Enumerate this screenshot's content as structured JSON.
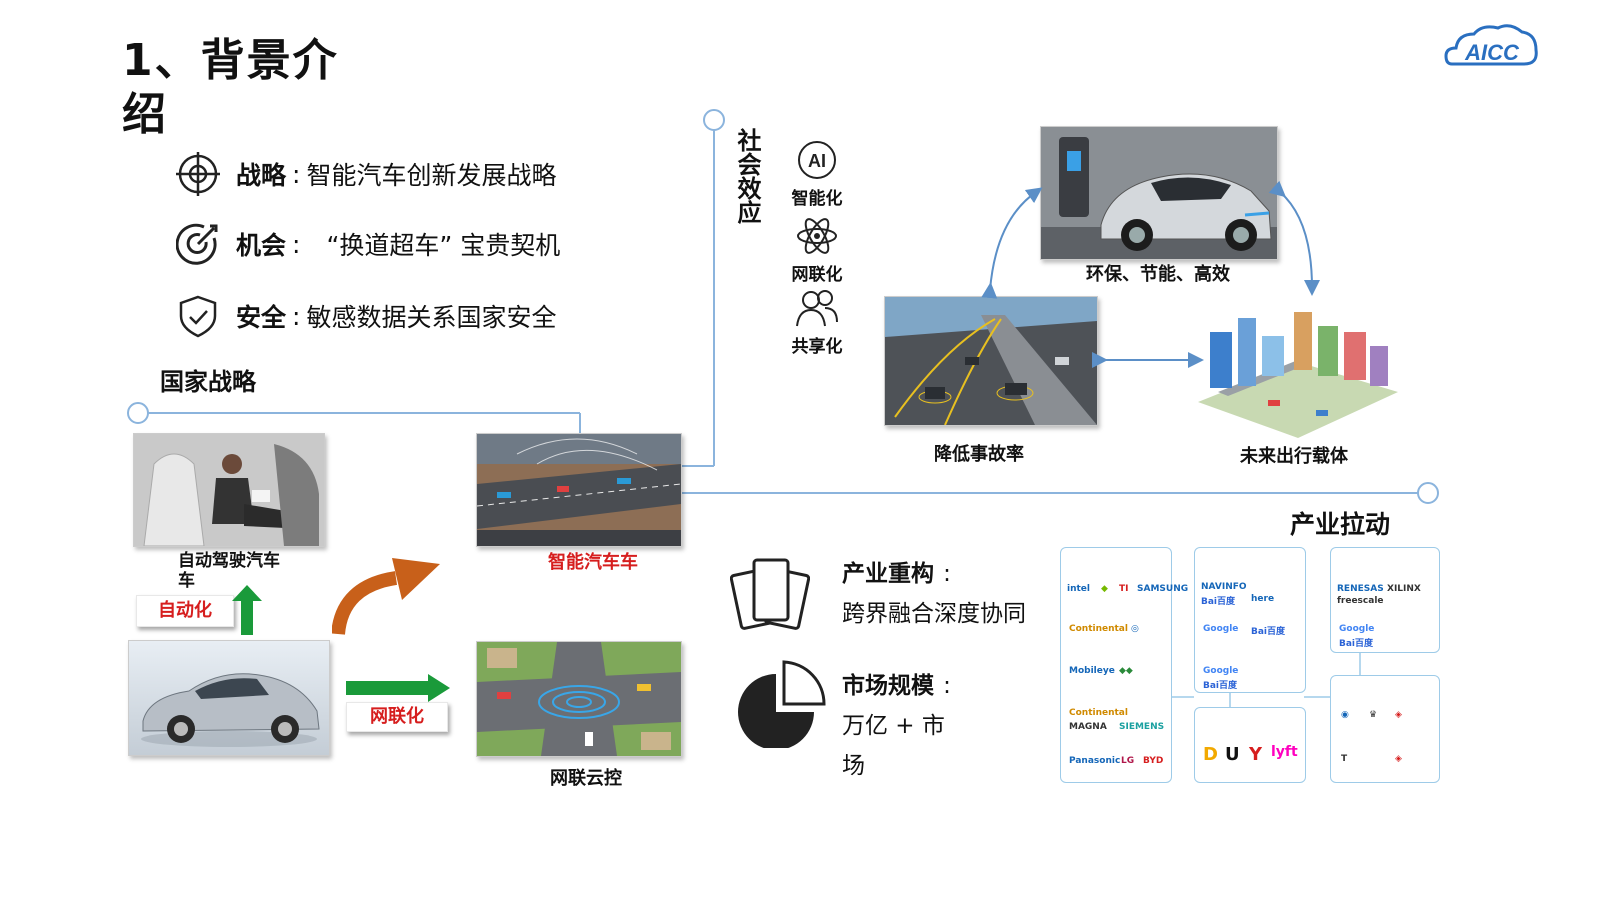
{
  "page": {
    "title": "1、背景介绍",
    "logo_text": "AICC"
  },
  "strategy": {
    "items": [
      {
        "label": "战略",
        "sep": ":",
        "text": "智能汽车创新发展战略",
        "icon": "crosshair-icon"
      },
      {
        "label": "机会",
        "sep": ":",
        "text": "“换道超车” 宝贵契机",
        "icon": "target-icon"
      },
      {
        "label": "安全",
        "sep": ":",
        "text": "敏感数据关系国家安全",
        "icon": "shield-check-icon"
      }
    ],
    "section_label": "国家战略"
  },
  "evolution": {
    "self_driving_caption": "自动驾驶汽车车",
    "smart_car_caption": "智能汽车车",
    "cloud_caption": "网联云控",
    "automation_tag": "自动化",
    "connected_tag": "网联化"
  },
  "social": {
    "label": "社会效应",
    "items": [
      {
        "label": "智能化",
        "icon": "ai-icon"
      },
      {
        "label": "网联化",
        "icon": "atom-icon"
      },
      {
        "label": "共享化",
        "icon": "users-icon"
      }
    ],
    "eco_caption": "环保、节能、高效",
    "accident_caption": "降低事故率",
    "mobility_caption": "未来出行载体"
  },
  "industry": {
    "label": "产业拉动",
    "restructure_title": "产业重构",
    "restructure_colon": ":",
    "restructure_text": "跨界融合深度协同",
    "market_title": "市场规模",
    "market_colon": ":",
    "market_text": "万亿 + 市场"
  },
  "colors": {
    "line": "#8bb4dd",
    "accent_red": "#d61e1e",
    "arrow_green": "#1a9a3a",
    "arrow_orange": "#c8601a",
    "logo_blue": "#2a6fc0"
  }
}
